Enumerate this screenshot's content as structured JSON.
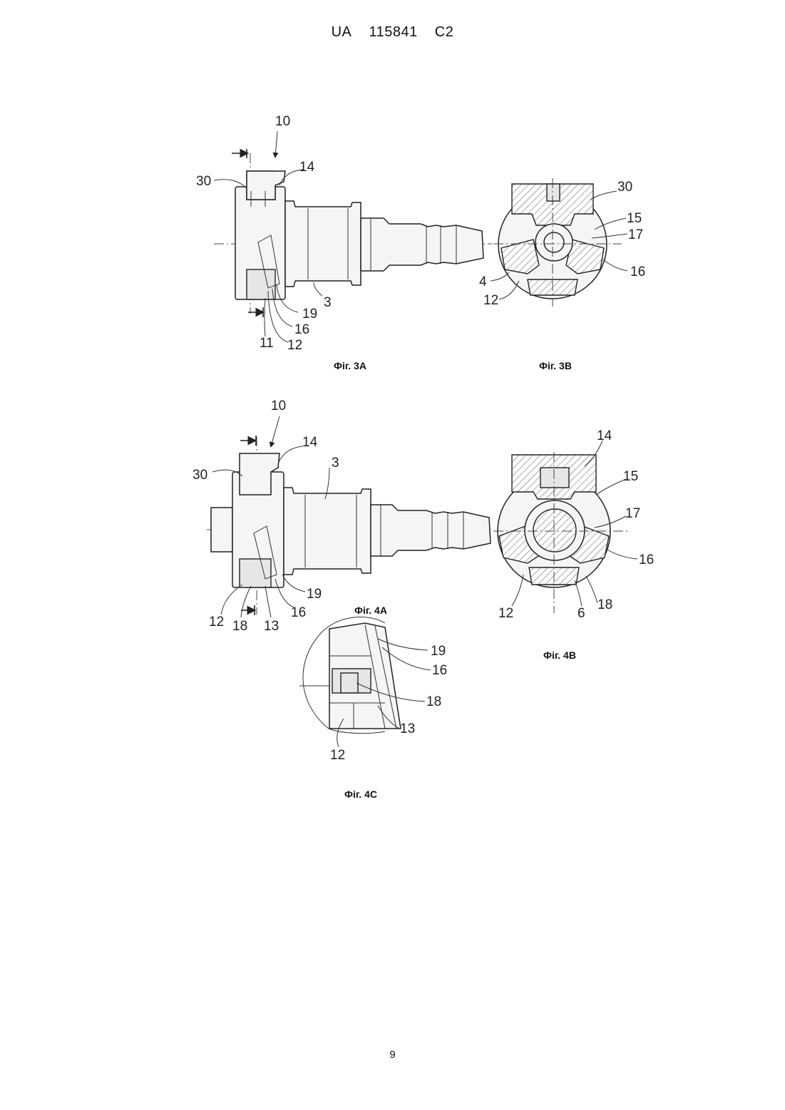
{
  "header": {
    "country": "UA",
    "number": "115841",
    "kind": "C2"
  },
  "page_number": "9",
  "figures": {
    "fig3a": {
      "caption": "Фіг. 3А",
      "labels": {
        "l10": "10",
        "l14": "14",
        "l30": "30",
        "l3": "3",
        "l19": "19",
        "l16": "16",
        "l11": "11",
        "l12": "12"
      }
    },
    "fig3b": {
      "caption": "Фіг. 3В",
      "labels": {
        "l30": "30",
        "l15": "15",
        "l17": "17",
        "l16": "16",
        "l4": "4",
        "l12": "12"
      }
    },
    "fig4a": {
      "caption": "Фіг. 4А",
      "labels": {
        "l10": "10",
        "l14": "14",
        "l3": "3",
        "l30": "30",
        "l19": "19",
        "l16": "16",
        "l12": "12",
        "l18": "18",
        "l13": "13"
      }
    },
    "fig4b": {
      "caption": "Фіг. 4В",
      "labels": {
        "l14": "14",
        "l15": "15",
        "l17": "17",
        "l16": "16",
        "l12": "12",
        "l6": "6",
        "l18": "18"
      }
    },
    "fig4c": {
      "caption": "Фіг. 4С",
      "labels": {
        "l19": "19",
        "l16": "16",
        "l18": "18",
        "l13": "13",
        "l12": "12"
      }
    }
  }
}
